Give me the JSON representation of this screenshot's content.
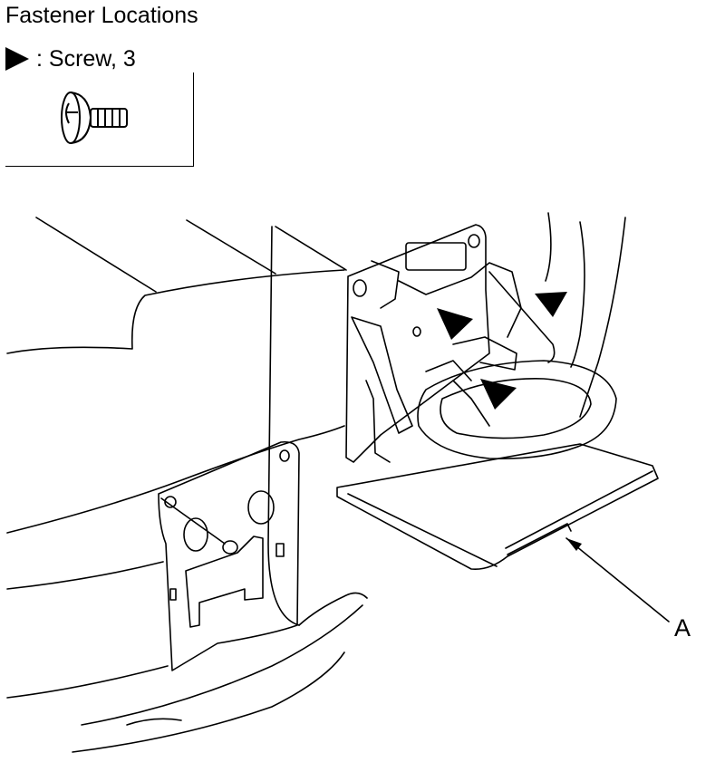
{
  "header": {
    "title": "Fastener Locations"
  },
  "legend": {
    "marker_icon": "triangle-marker-icon",
    "label": ": Screw, 3"
  },
  "fastener": {
    "icon": "screw-icon"
  },
  "callouts": [
    {
      "label": "A"
    }
  ]
}
